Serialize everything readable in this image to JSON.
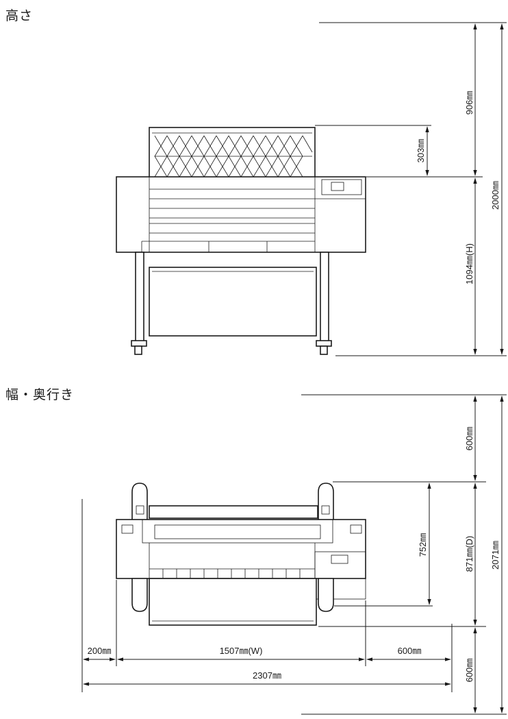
{
  "sections": {
    "height_title": "高さ",
    "footprint_title": "幅・奥行き"
  },
  "height_view": {
    "top_clearance": "906㎜",
    "basket_height": "303㎜",
    "total_height": "2000㎜",
    "printer_height": "1094㎜(H)"
  },
  "footprint_view": {
    "rear_clearance": "600㎜",
    "basket_depth": "752㎜",
    "printer_depth": "871㎜(D)",
    "total_depth": "2071㎜",
    "front_clearance": "600㎜",
    "left_clearance": "200㎜",
    "printer_width": "1507㎜(W)",
    "right_clearance": "600㎜",
    "total_width": "2307㎜"
  },
  "colors": {
    "line": "#1a1a1a",
    "background": "#ffffff"
  }
}
